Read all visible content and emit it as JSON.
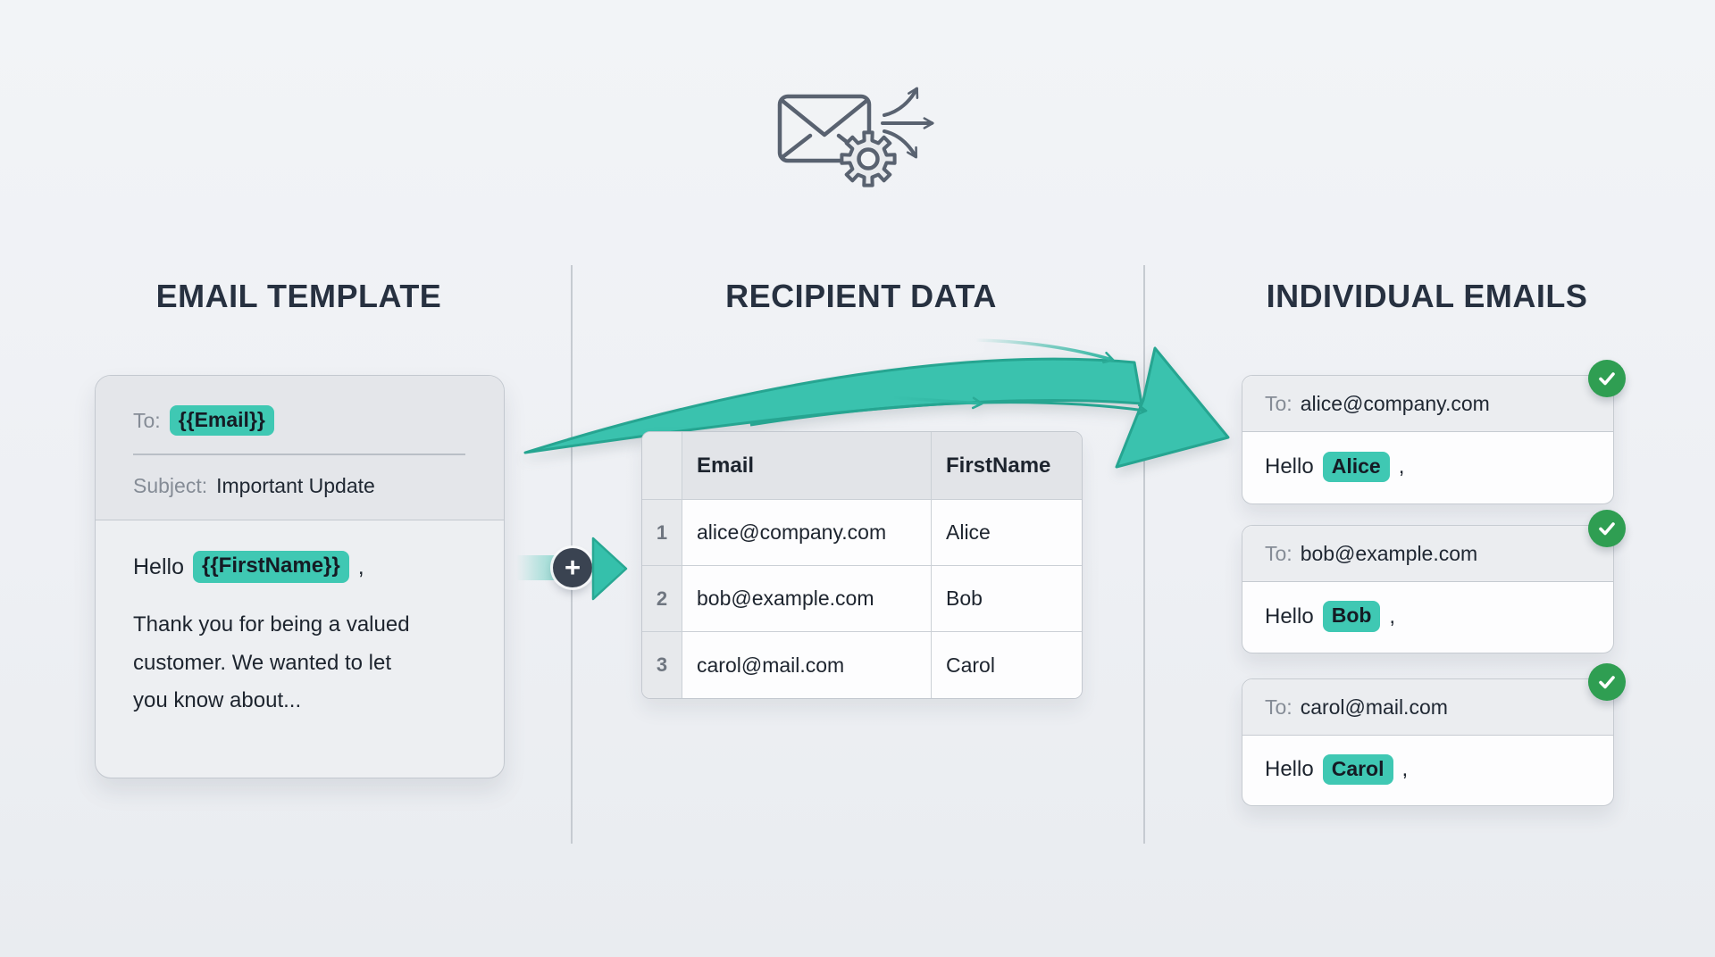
{
  "colors": {
    "background": "#eef0f4",
    "title_text": "#273140",
    "teal_highlight": "#3fc8b3",
    "merge_arrow": "#3ac2ae",
    "merge_arrow_stroke": "#26a591",
    "success_green": "#2f9e52",
    "plus_circle": "#3a4351",
    "gray_label": "#858c96",
    "dark_text": "#1d242e"
  },
  "icons": {
    "hero": "envelope-gear-fanout-icon",
    "plus": "plus-icon",
    "merge_arrow": "merge-arrow-icon",
    "check": "check-icon"
  },
  "sections": {
    "template": {
      "title": "EMAIL TEMPLATE"
    },
    "data": {
      "title": "RECIPIENT DATA"
    },
    "emails": {
      "title": "INDIVIDUAL EMAILS"
    }
  },
  "template_card": {
    "to_label": "To:",
    "to_value": "{{Email}}",
    "subject_label": "Subject:",
    "subject_value": "Important Update",
    "greeting_prefix": "Hello",
    "greeting_variable": "{{FirstName}}",
    "greeting_suffix": ",",
    "body_text": "Thank you for being a valued customer. We wanted to let you know about..."
  },
  "connector": {
    "plus_label": "+"
  },
  "recipient_table": {
    "columns": [
      "Email",
      "FirstName"
    ],
    "rows": [
      {
        "num": "1",
        "email": "alice@company.com",
        "first_name": "Alice"
      },
      {
        "num": "2",
        "email": "bob@example.com",
        "first_name": "Bob"
      },
      {
        "num": "3",
        "email": "carol@mail.com",
        "first_name": "Carol"
      }
    ]
  },
  "individual_emails": [
    {
      "to_label": "To:",
      "to_value": "alice@company.com",
      "greeting_prefix": "Hello",
      "name": "Alice",
      "greeting_suffix": ","
    },
    {
      "to_label": "To:",
      "to_value": "bob@example.com",
      "greeting_prefix": "Hello",
      "name": "Bob",
      "greeting_suffix": ","
    },
    {
      "to_label": "To:",
      "to_value": "carol@mail.com",
      "greeting_prefix": "Hello",
      "name": "Carol",
      "greeting_suffix": ","
    }
  ]
}
